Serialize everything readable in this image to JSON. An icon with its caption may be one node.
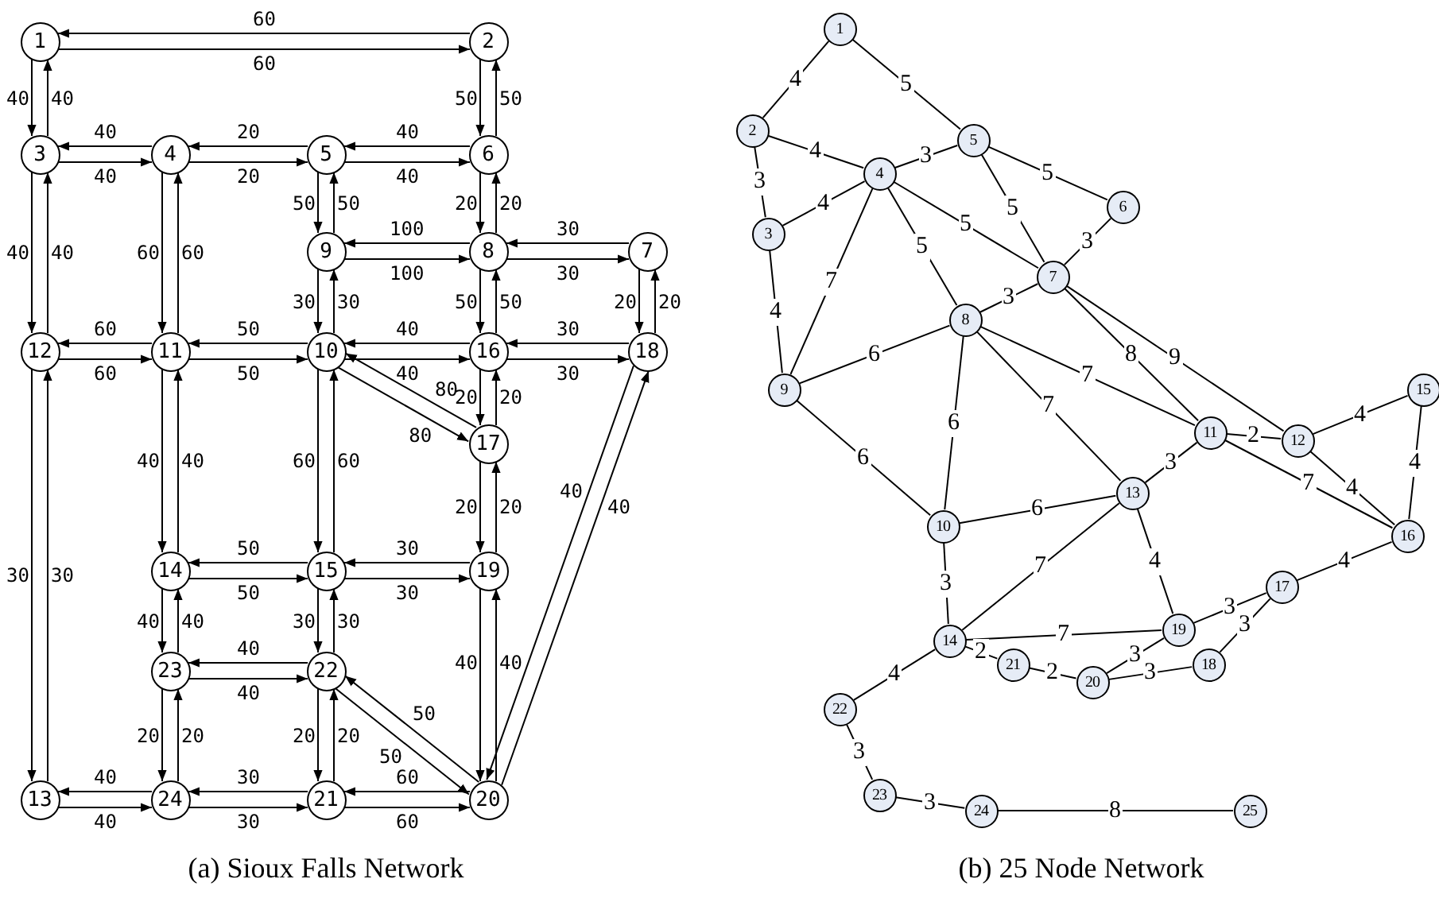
{
  "diagram": {
    "nodes": [
      {
        "text": [
          "1"
        ]
      },
      {
        "text": [
          "2"
        ]
      },
      {
        "text": [
          "3"
        ]
      },
      {
        "text": [
          "4"
        ]
      },
      {
        "text": [
          "5"
        ]
      },
      {
        "text": [
          "6"
        ]
      },
      {
        "text": [
          "7"
        ]
      },
      {
        "text": [
          "8"
        ]
      },
      {
        "text": [
          "9"
        ]
      },
      {
        "text": [
          "10"
        ]
      },
      {
        "text": [
          "11"
        ]
      },
      {
        "text": [
          "12"
        ]
      },
      {
        "text": [
          "13"
        ]
      },
      {
        "text": [
          "14"
        ]
      },
      {
        "text": [
          "15"
        ]
      },
      {
        "text": [
          "16"
        ]
      },
      {
        "text": [
          "17"
        ]
      },
      {
        "text": [
          "18"
        ]
      },
      {
        "text": [
          "19"
        ]
      },
      {
        "text": [
          "20"
        ]
      },
      {
        "text": [
          "21"
        ]
      },
      {
        "text": [
          "22"
        ]
      },
      {
        "text": [
          "23"
        ]
      },
      {
        "text": [
          "24"
        ]
      },
      {
        "text": [
          "1"
        ]
      },
      {
        "text": [
          "2"
        ]
      },
      {
        "text": [
          "3"
        ]
      },
      {
        "text": [
          "4"
        ]
      },
      {
        "text": [
          "5"
        ]
      },
      {
        "text": [
          "6"
        ]
      },
      {
        "text": [
          "7"
        ]
      },
      {
        "text": [
          "8"
        ]
      },
      {
        "text": [
          "9"
        ]
      },
      {
        "text": [
          "10"
        ]
      },
      {
        "text": [
          "11"
        ]
      },
      {
        "text": [
          "12"
        ]
      },
      {
        "text": [
          "13"
        ]
      },
      {
        "text": [
          "14"
        ]
      },
      {
        "text": [
          "15"
        ]
      },
      {
        "text": [
          "16"
        ]
      },
      {
        "text": [
          "17"
        ]
      },
      {
        "text": [
          "18"
        ]
      },
      {
        "text": [
          "19"
        ]
      },
      {
        "text": [
          "20"
        ]
      },
      {
        "text": [
          "21"
        ]
      },
      {
        "text": [
          "22"
        ]
      },
      {
        "text": [
          "23"
        ]
      },
      {
        "text": [
          "24"
        ]
      },
      {
        "text": [
          "25"
        ]
      }
    ],
    "edges": [
      {
        "from": 0,
        "to": 1,
        "arrow": "to",
        "label": "60"
      },
      {
        "from": 1,
        "to": 0,
        "arrow": "to",
        "label": "60"
      },
      {
        "from": 0,
        "to": 2,
        "arrow": "to",
        "label": "40"
      },
      {
        "from": 2,
        "to": 0,
        "arrow": "to",
        "label": "40"
      },
      {
        "from": 1,
        "to": 5,
        "arrow": "to",
        "label": "50"
      },
      {
        "from": 5,
        "to": 1,
        "arrow": "to",
        "label": "50"
      },
      {
        "from": 2,
        "to": 3,
        "arrow": "to",
        "label": "40"
      },
      {
        "from": 3,
        "to": 2,
        "arrow": "to",
        "label": "40"
      },
      {
        "from": 2,
        "to": 11,
        "arrow": "to",
        "label": "40"
      },
      {
        "from": 11,
        "to": 2,
        "arrow": "to",
        "label": "40"
      },
      {
        "from": 3,
        "to": 4,
        "arrow": "to",
        "label": "20"
      },
      {
        "from": 4,
        "to": 3,
        "arrow": "to",
        "label": "20"
      },
      {
        "from": 3,
        "to": 10,
        "arrow": "to",
        "label": "60"
      },
      {
        "from": 10,
        "to": 3,
        "arrow": "to",
        "label": "60"
      },
      {
        "from": 4,
        "to": 5,
        "arrow": "to",
        "label": "40"
      },
      {
        "from": 5,
        "to": 4,
        "arrow": "to",
        "label": "40"
      },
      {
        "from": 4,
        "to": 8,
        "arrow": "to",
        "label": "50"
      },
      {
        "from": 8,
        "to": 4,
        "arrow": "to",
        "label": "50"
      },
      {
        "from": 5,
        "to": 7,
        "arrow": "to",
        "label": "20"
      },
      {
        "from": 7,
        "to": 5,
        "arrow": "to",
        "label": "20"
      },
      {
        "from": 6,
        "to": 7,
        "arrow": "to",
        "label": "30"
      },
      {
        "from": 7,
        "to": 6,
        "arrow": "to",
        "label": "30"
      },
      {
        "from": 6,
        "to": 17,
        "arrow": "to",
        "label": "20"
      },
      {
        "from": 17,
        "to": 6,
        "arrow": "to",
        "label": "20"
      },
      {
        "from": 7,
        "to": 8,
        "arrow": "to",
        "label": "100"
      },
      {
        "from": 8,
        "to": 7,
        "arrow": "to",
        "label": "100"
      },
      {
        "from": 7,
        "to": 15,
        "arrow": "to",
        "label": "50"
      },
      {
        "from": 15,
        "to": 7,
        "arrow": "to",
        "label": "50"
      },
      {
        "from": 8,
        "to": 9,
        "arrow": "to",
        "label": "30"
      },
      {
        "from": 9,
        "to": 8,
        "arrow": "to",
        "label": "30"
      },
      {
        "from": 9,
        "to": 10,
        "arrow": "to",
        "label": "50"
      },
      {
        "from": 10,
        "to": 9,
        "arrow": "to",
        "label": "50"
      },
      {
        "from": 9,
        "to": 14,
        "arrow": "to",
        "label": "60"
      },
      {
        "from": 14,
        "to": 9,
        "arrow": "to",
        "label": "60"
      },
      {
        "from": 9,
        "to": 15,
        "arrow": "to",
        "label": "40"
      },
      {
        "from": 15,
        "to": 9,
        "arrow": "to",
        "label": "40"
      },
      {
        "from": 9,
        "to": 16,
        "arrow": "to",
        "label": "80"
      },
      {
        "from": 16,
        "to": 9,
        "arrow": "to",
        "label": "80"
      },
      {
        "from": 10,
        "to": 11,
        "arrow": "to",
        "label": "60"
      },
      {
        "from": 11,
        "to": 10,
        "arrow": "to",
        "label": "60"
      },
      {
        "from": 10,
        "to": 13,
        "arrow": "to",
        "label": "40"
      },
      {
        "from": 13,
        "to": 10,
        "arrow": "to",
        "label": "40"
      },
      {
        "from": 11,
        "to": 12,
        "arrow": "to",
        "label": "30"
      },
      {
        "from": 12,
        "to": 11,
        "arrow": "to",
        "label": "30"
      },
      {
        "from": 12,
        "to": 23,
        "arrow": "to",
        "label": "40"
      },
      {
        "from": 23,
        "to": 12,
        "arrow": "to",
        "label": "40"
      },
      {
        "from": 13,
        "to": 14,
        "arrow": "to",
        "label": "50"
      },
      {
        "from": 14,
        "to": 13,
        "arrow": "to",
        "label": "50"
      },
      {
        "from": 13,
        "to": 22,
        "arrow": "to",
        "label": "40"
      },
      {
        "from": 22,
        "to": 13,
        "arrow": "to",
        "label": "40"
      },
      {
        "from": 14,
        "to": 18,
        "arrow": "to",
        "label": "30"
      },
      {
        "from": 18,
        "to": 14,
        "arrow": "to",
        "label": "30"
      },
      {
        "from": 14,
        "to": 21,
        "arrow": "to",
        "label": "30"
      },
      {
        "from": 21,
        "to": 14,
        "arrow": "to",
        "label": "30"
      },
      {
        "from": 15,
        "to": 16,
        "arrow": "to",
        "label": "20"
      },
      {
        "from": 16,
        "to": 15,
        "arrow": "to",
        "label": "20"
      },
      {
        "from": 15,
        "to": 17,
        "arrow": "to",
        "label": "30"
      },
      {
        "from": 17,
        "to": 15,
        "arrow": "to",
        "label": "30"
      },
      {
        "from": 16,
        "to": 18,
        "arrow": "to",
        "label": "20"
      },
      {
        "from": 18,
        "to": 16,
        "arrow": "to",
        "label": "20"
      },
      {
        "from": 17,
        "to": 19,
        "arrow": "to",
        "label": "40"
      },
      {
        "from": 19,
        "to": 17,
        "arrow": "to",
        "label": "40"
      },
      {
        "from": 18,
        "to": 19,
        "arrow": "to",
        "label": "40"
      },
      {
        "from": 19,
        "to": 18,
        "arrow": "to",
        "label": "40"
      },
      {
        "from": 19,
        "to": 20,
        "arrow": "to",
        "label": "60"
      },
      {
        "from": 20,
        "to": 19,
        "arrow": "to",
        "label": "60"
      },
      {
        "from": 19,
        "to": 21,
        "arrow": "to",
        "label": "50"
      },
      {
        "from": 21,
        "to": 19,
        "arrow": "to",
        "label": "50"
      },
      {
        "from": 20,
        "to": 21,
        "arrow": "to",
        "label": "20"
      },
      {
        "from": 21,
        "to": 20,
        "arrow": "to",
        "label": "20"
      },
      {
        "from": 20,
        "to": 23,
        "arrow": "to",
        "label": "30"
      },
      {
        "from": 23,
        "to": 20,
        "arrow": "to",
        "label": "30"
      },
      {
        "from": 21,
        "to": 22,
        "arrow": "to",
        "label": "40"
      },
      {
        "from": 22,
        "to": 21,
        "arrow": "to",
        "label": "40"
      },
      {
        "from": 22,
        "to": 23,
        "arrow": "to",
        "label": "20"
      },
      {
        "from": 23,
        "to": 22,
        "arrow": "to",
        "label": "20"
      },
      {
        "from": 24,
        "to": 25,
        "arrow": "none",
        "label": "4"
      },
      {
        "from": 24,
        "to": 28,
        "arrow": "none",
        "label": "5"
      },
      {
        "from": 25,
        "to": 27,
        "arrow": "none",
        "label": "4"
      },
      {
        "from": 25,
        "to": 26,
        "arrow": "none",
        "label": "3"
      },
      {
        "from": 26,
        "to": 27,
        "arrow": "none",
        "label": "4"
      },
      {
        "from": 26,
        "to": 32,
        "arrow": "none",
        "label": "4"
      },
      {
        "from": 27,
        "to": 28,
        "arrow": "none",
        "label": "3"
      },
      {
        "from": 27,
        "to": 32,
        "arrow": "none",
        "label": "7"
      },
      {
        "from": 27,
        "to": 31,
        "arrow": "none",
        "label": "5"
      },
      {
        "from": 27,
        "to": 30,
        "arrow": "none",
        "label": "5"
      },
      {
        "from": 28,
        "to": 30,
        "arrow": "none",
        "label": "5"
      },
      {
        "from": 28,
        "to": 29,
        "arrow": "none",
        "label": "5"
      },
      {
        "from": 29,
        "to": 30,
        "arrow": "none",
        "label": "3"
      },
      {
        "from": 30,
        "to": 31,
        "arrow": "none",
        "label": "3"
      },
      {
        "from": 30,
        "to": 34,
        "arrow": "none",
        "label": "8"
      },
      {
        "from": 30,
        "to": 35,
        "arrow": "none",
        "label": "9"
      },
      {
        "from": 31,
        "to": 32,
        "arrow": "none",
        "label": "6"
      },
      {
        "from": 31,
        "to": 34,
        "arrow": "none",
        "label": "7"
      },
      {
        "from": 31,
        "to": 36,
        "arrow": "none",
        "label": "7"
      },
      {
        "from": 31,
        "to": 33,
        "arrow": "none",
        "label": "6"
      },
      {
        "from": 32,
        "to": 33,
        "arrow": "none",
        "label": "6"
      },
      {
        "from": 33,
        "to": 36,
        "arrow": "none",
        "label": "6"
      },
      {
        "from": 33,
        "to": 37,
        "arrow": "none",
        "label": "3"
      },
      {
        "from": 34,
        "to": 35,
        "arrow": "none",
        "label": "2"
      },
      {
        "from": 34,
        "to": 36,
        "arrow": "none",
        "label": "3"
      },
      {
        "from": 34,
        "to": 39,
        "arrow": "none",
        "label": "7"
      },
      {
        "from": 35,
        "to": 39,
        "arrow": "none",
        "label": "4"
      },
      {
        "from": 35,
        "to": 38,
        "arrow": "none",
        "label": "4"
      },
      {
        "from": 38,
        "to": 39,
        "arrow": "none",
        "label": "4"
      },
      {
        "from": 36,
        "to": 37,
        "arrow": "none",
        "label": "7"
      },
      {
        "from": 36,
        "to": 42,
        "arrow": "none",
        "label": "4"
      },
      {
        "from": 37,
        "to": 42,
        "arrow": "none",
        "label": "7"
      },
      {
        "from": 37,
        "to": 44,
        "arrow": "none",
        "label": "2"
      },
      {
        "from": 37,
        "to": 45,
        "arrow": "none",
        "label": "4"
      },
      {
        "from": 44,
        "to": 43,
        "arrow": "none",
        "label": "2"
      },
      {
        "from": 43,
        "to": 42,
        "arrow": "none",
        "label": "3"
      },
      {
        "from": 43,
        "to": 41,
        "arrow": "none",
        "label": "3"
      },
      {
        "from": 42,
        "to": 40,
        "arrow": "none",
        "label": "3"
      },
      {
        "from": 41,
        "to": 40,
        "arrow": "none",
        "label": "3"
      },
      {
        "from": 40,
        "to": 39,
        "arrow": "none",
        "label": "4"
      },
      {
        "from": 45,
        "to": 46,
        "arrow": "none",
        "label": "3"
      },
      {
        "from": 46,
        "to": 47,
        "arrow": "none",
        "label": "3"
      },
      {
        "from": 47,
        "to": 48,
        "arrow": "none",
        "label": "8"
      }
    ],
    "labels": [
      "(a) Sioux Falls Network",
      "(b) 25 Node Network"
    ]
  }
}
